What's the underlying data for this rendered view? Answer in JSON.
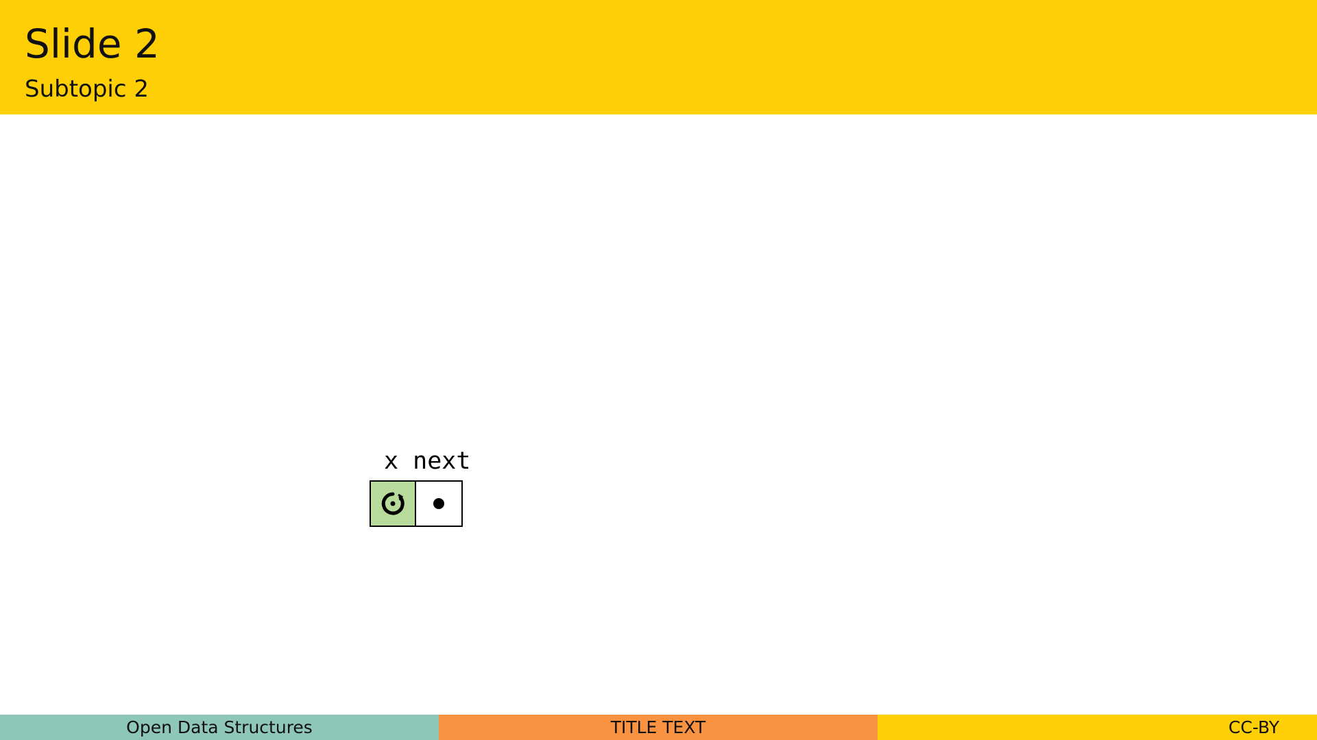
{
  "slide": {
    "title": "Slide 2",
    "subtitle": "Subtopic 2"
  },
  "diagram": {
    "labels": "x next",
    "node": {
      "data_symbol": "sentinel-dot-icon",
      "next_symbol": "pointer-dot-icon",
      "data_color": "#b8db9b"
    }
  },
  "footer": {
    "left": "Open Data Structures",
    "middle": "TITLE TEXT",
    "right": "CC-BY"
  },
  "colors": {
    "header": "#ffcf06",
    "footer_left": "#8ec6b8",
    "footer_middle": "#f99241",
    "footer_right": "#ffcf06"
  }
}
